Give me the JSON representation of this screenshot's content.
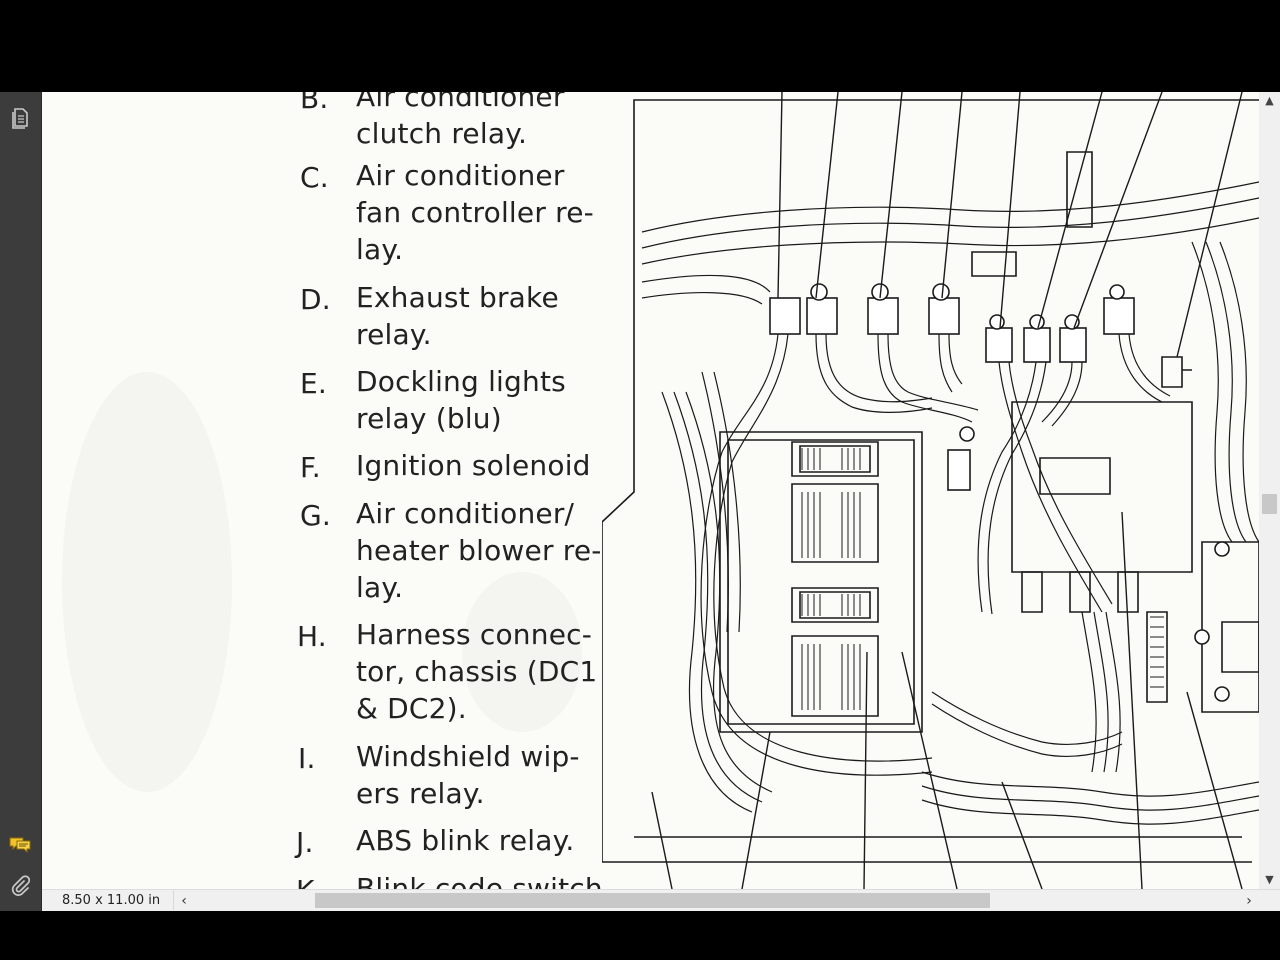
{
  "toolbar": {
    "icons": [
      {
        "name": "pages-icon"
      },
      {
        "name": "comments-icon"
      },
      {
        "name": "attachments-icon"
      }
    ]
  },
  "document": {
    "legend": [
      {
        "letter": "B.",
        "lines": [
          "Air conditioner",
          "clutch relay."
        ]
      },
      {
        "letter": "C.",
        "lines": [
          "Air conditioner",
          "fan controller re-",
          "lay."
        ]
      },
      {
        "letter": "D.",
        "lines": [
          "Exhaust brake",
          "relay."
        ]
      },
      {
        "letter": "E.",
        "lines": [
          "Dockling lights",
          "relay (blu)"
        ]
      },
      {
        "letter": "F.",
        "lines": [
          "Ignition solenoid"
        ]
      },
      {
        "letter": "G.",
        "lines": [
          "Air conditioner/",
          "heater blower re-",
          "lay."
        ]
      },
      {
        "letter": "H.",
        "lines": [
          "Harness connec-",
          "tor, chassis (DC1",
          "& DC2)."
        ]
      },
      {
        "letter": "I.",
        "lines": [
          "Windshield wip-",
          "ers relay."
        ]
      },
      {
        "letter": "J.",
        "lines": [
          "ABS blink relay."
        ]
      },
      {
        "letter": "K.",
        "lines": [
          "Blink code switch"
        ]
      }
    ]
  },
  "status": {
    "page_size": "8.50 x 11.00 in"
  },
  "scroll": {
    "up": "▲",
    "down": "▼",
    "left": "‹",
    "right": "›"
  }
}
